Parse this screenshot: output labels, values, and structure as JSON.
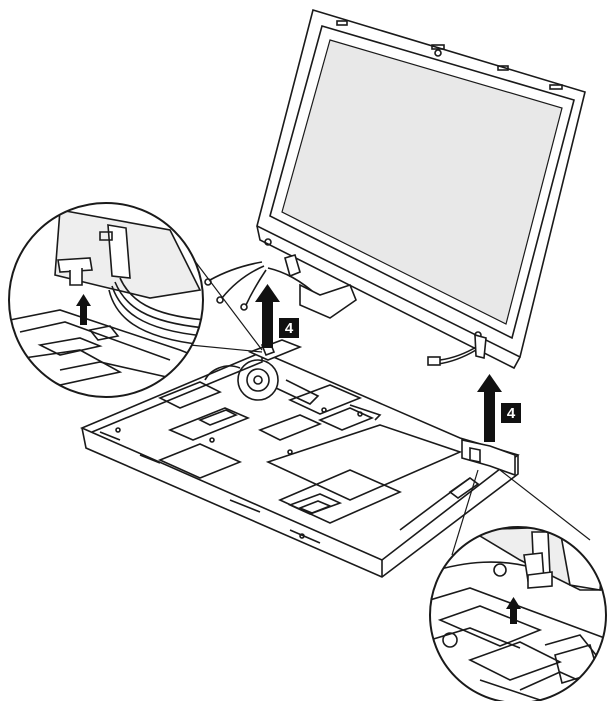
{
  "diagram": {
    "step_callouts": [
      {
        "id": "left-hinge",
        "label": "4"
      },
      {
        "id": "right-hinge",
        "label": "4"
      }
    ],
    "colors": {
      "line": "#1a1a1a",
      "callout_fill": "#111111",
      "callout_text": "#ffffff",
      "panel_fill": "#e8e8e8",
      "background": "#ffffff"
    },
    "icons": [
      "up-arrow-icon",
      "magnify-circle-icon"
    ]
  }
}
